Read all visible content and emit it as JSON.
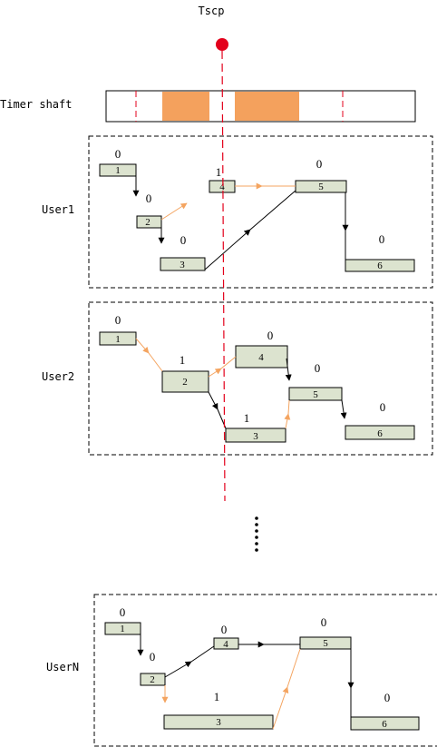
{
  "top_label": "Tscp",
  "timer_label": "Timer shaft",
  "ellipsis": "⋮",
  "colors": {
    "box_fill": "#dce3cf",
    "orange": "#f4a460",
    "orange_fill": "#f4a15d",
    "red": "#e3001b",
    "black": "#000000"
  },
  "groups": [
    {
      "name": "User1",
      "boxes": [
        {
          "label": "1",
          "value": "0"
        },
        {
          "label": "2",
          "value": "0"
        },
        {
          "label": "3",
          "value": "0"
        },
        {
          "label": "4",
          "value": "1"
        },
        {
          "label": "5",
          "value": "0"
        },
        {
          "label": "6",
          "value": "0"
        }
      ]
    },
    {
      "name": "User2",
      "boxes": [
        {
          "label": "1",
          "value": "0"
        },
        {
          "label": "2",
          "value": "1"
        },
        {
          "label": "3",
          "value": "1"
        },
        {
          "label": "4",
          "value": "0"
        },
        {
          "label": "5",
          "value": "0"
        },
        {
          "label": "6",
          "value": "0"
        }
      ]
    },
    {
      "name": "UserN",
      "boxes": [
        {
          "label": "1",
          "value": "0"
        },
        {
          "label": "2",
          "value": "0"
        },
        {
          "label": "3",
          "value": "1"
        },
        {
          "label": "4",
          "value": "0"
        },
        {
          "label": "5",
          "value": "0"
        },
        {
          "label": "6",
          "value": "0"
        }
      ]
    }
  ]
}
